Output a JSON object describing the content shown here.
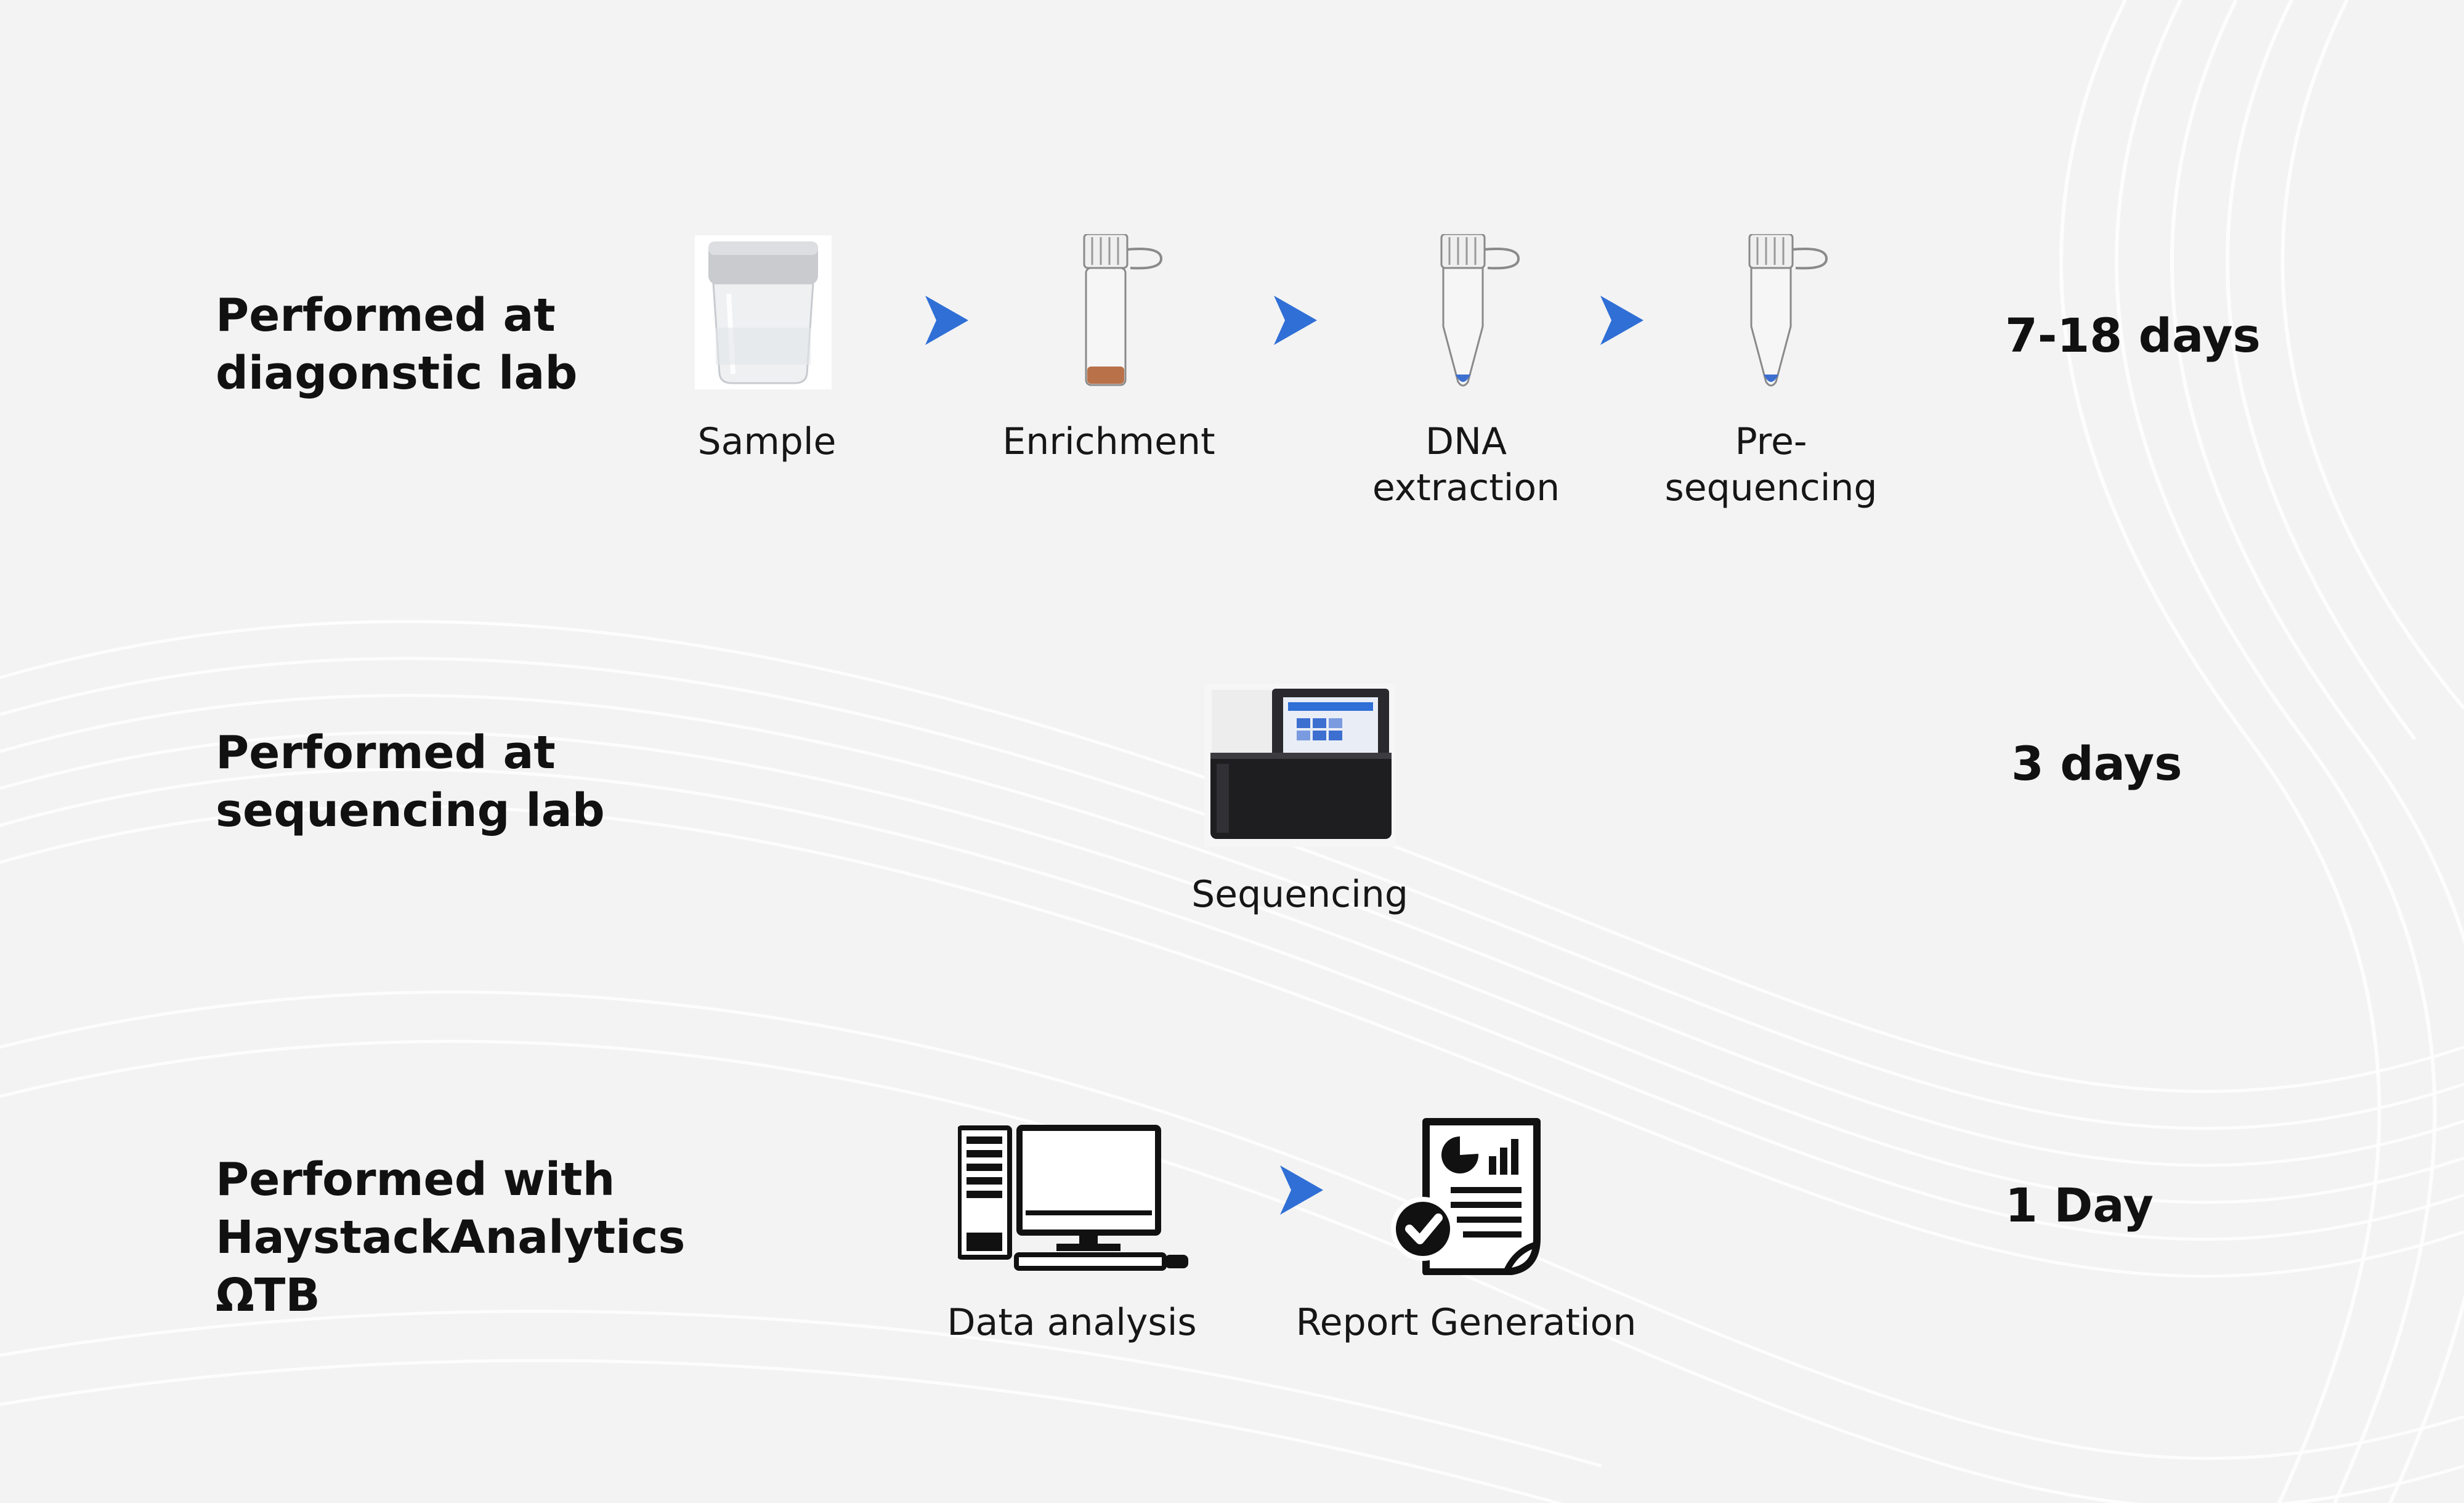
{
  "rows": [
    {
      "label_lines": [
        "Performed at",
        "diagonstic lab"
      ],
      "duration": "7-18 days",
      "steps": [
        {
          "label_lines": [
            "Sample"
          ],
          "icon": "sample-container-icon"
        },
        {
          "label_lines": [
            "Enrichment"
          ],
          "icon": "enrichment-tube-icon"
        },
        {
          "label_lines": [
            "DNA",
            "extraction"
          ],
          "icon": "dna-extraction-tube-icon"
        },
        {
          "label_lines": [
            "Pre-",
            "sequencing"
          ],
          "icon": "pre-sequencing-tube-icon"
        }
      ]
    },
    {
      "label_lines": [
        "Performed at",
        "sequencing lab"
      ],
      "duration": "3 days",
      "steps": [
        {
          "label_lines": [
            "Sequencing"
          ],
          "icon": "sequencer-machine-icon"
        }
      ]
    },
    {
      "label_lines": [
        "Performed with",
        "HaystackAnalytics",
        "ΩTB"
      ],
      "duration": "1 Day",
      "steps": [
        {
          "label_lines": [
            "Data analysis"
          ],
          "icon": "computer-workstation-icon"
        },
        {
          "label_lines": [
            "Report Generation"
          ],
          "icon": "report-document-icon"
        }
      ]
    }
  ],
  "colors": {
    "background": "#f3f3f3",
    "arrow": "#2f6fd6",
    "text": "#111111",
    "tube_enrichment": "#b9714a",
    "tube_blue": "#3d6fd0"
  }
}
